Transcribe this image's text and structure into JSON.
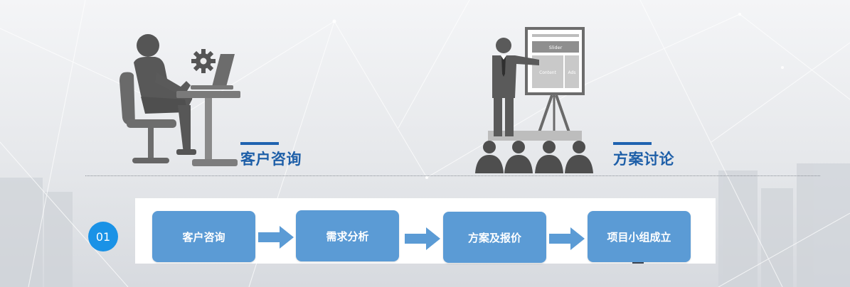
{
  "sections": [
    {
      "title": "客户咨询"
    },
    {
      "title": "方案讨论"
    }
  ],
  "board": {
    "header": "Slider",
    "content": "Content",
    "ads": "Ads"
  },
  "process": {
    "badge": "01",
    "steps": [
      {
        "label": "客户咨询"
      },
      {
        "label": "需求分析"
      },
      {
        "label": "方案及报价"
      },
      {
        "label": "项目小组成立"
      }
    ]
  },
  "colors": {
    "accent": "#1e5fa8",
    "step_fill": "#5b9bd5",
    "badge_fill": "#1a92e6",
    "icon_gray": "#5f5f5f"
  }
}
